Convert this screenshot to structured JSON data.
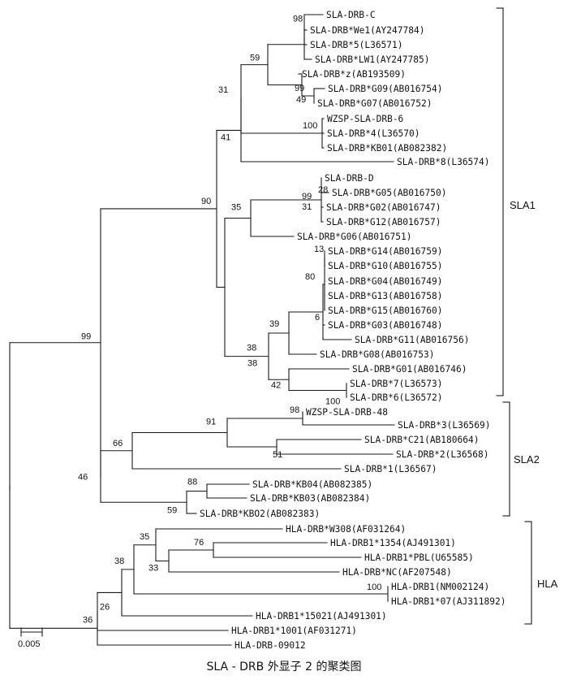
{
  "tree": {
    "caption": "SLA - DRB 外显子 2 的聚类图",
    "scale_label": "0.005",
    "groups": [
      {
        "name": "SLA1"
      },
      {
        "name": "SLA2"
      },
      {
        "name": "HLA"
      }
    ],
    "leaves": [
      "SLA-DRB-C",
      "SLA-DRB*We1(AY247784)",
      "SLA-DRB*5(L36571)",
      "SLA-DRB*LW1(AY247785)",
      "SLA-DRB*z(AB193509)",
      "SLA-DRB*G09(AB016754)",
      "SLA-DRB*G07(AB016752)",
      "WZSP-SLA-DRB-6",
      "SLA-DRB*4(L36570)",
      "SLA-DRB*KB01(AB082382)",
      "SLA-DRB*8(L36574)",
      "SLA-DRB-D",
      "SLA-DRB*G05(AB016750)",
      "SLA-DRB*G02(AB016747)",
      "SLA-DRB*G12(AB016757)",
      "SLA-DRB*G06(AB016751)",
      "SLA-DRB*G14(AB016759)",
      "SLA-DRB*G10(AB016755)",
      "SLA-DRB*G04(AB016749)",
      "SLA-DRB*G13(AB016758)",
      "SLA-DRB*G15(AB016760)",
      "SLA-DRB*G03(AB016748)",
      "SLA-DRB*G11(AB016756)",
      "SLA-DRB*G08(AB016753)",
      "SLA-DRB*G01(AB016746)",
      "SLA-DRB*7(L36573)",
      "SLA-DRB*6(L36572)",
      "WZSP-SLA-DRB-48",
      "SLA-DRB*3(L36569)",
      "SLA-DRB*C21(AB180664)",
      "SLA-DRB*2(L36568)",
      "SLA-DRB*1(L36567)",
      "SLA-DRB*KB04(AB082385)",
      "SLA-DRB*KB03(AB082384)",
      "SLA-DRB*KBO2(AB082383)",
      "HLA-DRB*W308(AF031264)",
      "HLA-DRB1*1354(AJ491301)",
      "HLA-DRB1*PBL(U65585)",
      "HLA-DRB*NC(AF207548)",
      "HLA-DRB1(NM002124)",
      "HLA-DRB1*07(AJ311892)",
      "HLA-DRB1*15021(AJ491301)",
      "HLA-DRB1*1001(AF031271)",
      "HLA-DRB-09012"
    ],
    "bootstrap": [
      "98",
      "59",
      "99",
      "49",
      "31",
      "100",
      "41",
      "28",
      "99",
      "31",
      "35",
      "90",
      "13",
      "80",
      "6",
      "39",
      "38",
      "42",
      "100",
      "38",
      "99",
      "98",
      "91",
      "51",
      "66",
      "88",
      "59",
      "46",
      "35",
      "76",
      "33",
      "38",
      "26",
      "100",
      "36"
    ]
  }
}
